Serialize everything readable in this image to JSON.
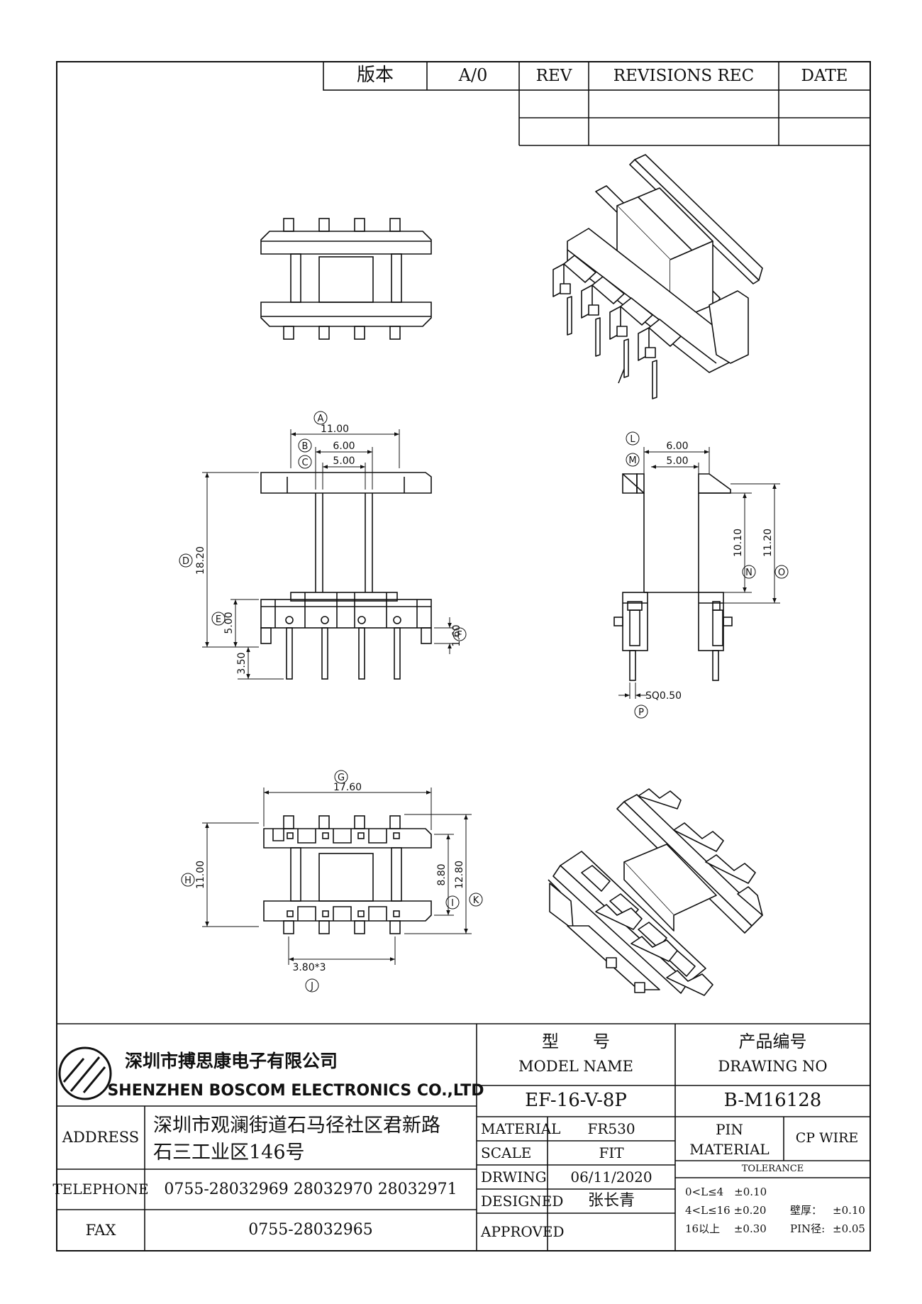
{
  "revision_table": {
    "version_label": "版本",
    "version_value": "A/0",
    "rev_header": "REV",
    "revisions_header": "REVISIONS REC",
    "date_header": "DATE"
  },
  "dimensions": {
    "A": {
      "letter": "A",
      "value": "11.00"
    },
    "B": {
      "letter": "B",
      "value": "6.00"
    },
    "C": {
      "letter": "C",
      "value": "5.00"
    },
    "D": {
      "letter": "D",
      "value": "18.20"
    },
    "E": {
      "letter": "E",
      "value": "5.00"
    },
    "F": {
      "letter": "F",
      "value": "1.60"
    },
    "pin_len": {
      "value": "3.50"
    },
    "L": {
      "letter": "L",
      "value": "6.00"
    },
    "M": {
      "letter": "M",
      "value": "5.00"
    },
    "N": {
      "letter": "N",
      "value": "10.10"
    },
    "O": {
      "letter": "O",
      "value": "11.20"
    },
    "P": {
      "letter": "P",
      "value": "SQ0.50"
    },
    "G": {
      "letter": "G",
      "value": "17.60"
    },
    "H": {
      "letter": "H",
      "value": "11.00"
    },
    "I": {
      "letter": "I",
      "value": "8.80"
    },
    "K": {
      "letter": "K",
      "value": "12.80"
    },
    "J": {
      "letter": "J",
      "value": "3.80*3"
    }
  },
  "title_block": {
    "company_cn": "深圳市搏思康电子有限公司",
    "company_en": "SHENZHEN BOSCOM ELECTRONICS CO.,LTD",
    "address_label": "ADDRESS",
    "address_line1": "深圳市观澜街道石马径社区君新路",
    "address_line2": "石三工业区146号",
    "telephone_label": "TELEPHONE",
    "telephone_value": "0755-28032969 28032970 28032971",
    "fax_label": "FAX",
    "fax_value": "0755-28032965",
    "model_cn": "型　　号",
    "model_en": "MODEL NAME",
    "model_value": "EF-16-V-8P",
    "drawing_no_cn": "产品编号",
    "drawing_no_en": "DRAWING NO",
    "drawing_no_value": "B-M16128",
    "material_label": "MATERIAL",
    "material_value": "FR530",
    "scale_label": "SCALE",
    "scale_value": "FIT",
    "drwing_label": "DRWING",
    "drwing_value": "06/11/2020",
    "designed_label": "DESIGNED",
    "designed_value": "张长青",
    "approved_label": "APPROVED",
    "pin_material_line1": "PIN",
    "pin_material_line2": "MATERIAL",
    "pin_material_value": "CP WIRE",
    "tolerance_label": "TOLERANCE",
    "tol_row1": "0<L≤4　±0.10",
    "tol_row2": "4<L≤16 ±0.20",
    "tol_row3": "16以上　 ±0.30",
    "wall_label": "壁厚：",
    "wall_value": "±0.10",
    "pin_dia_label": "PIN径:",
    "pin_dia_value": "±0.05"
  }
}
